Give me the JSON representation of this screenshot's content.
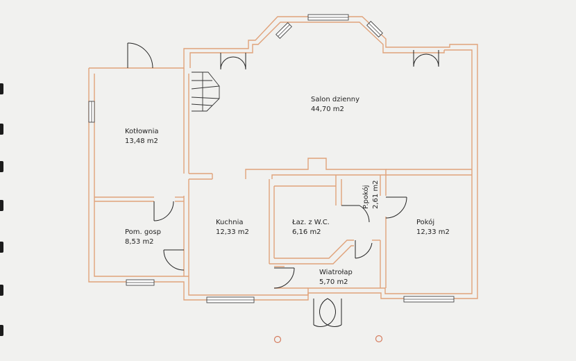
{
  "rooms": {
    "kotlownia": {
      "name": "Kotłownia",
      "area": "13,48  m2"
    },
    "salon": {
      "name": "Salon  dzienny",
      "area": "44,70  m2"
    },
    "pom_gosp": {
      "name": "Pom.  gosp",
      "area": "8,53  m2"
    },
    "kuchnia": {
      "name": "Kuchnia",
      "area": "12,33  m2"
    },
    "lazienka": {
      "name": "Łaz.  z  W.C.",
      "area": "6,16  m2"
    },
    "p_pokoj": {
      "name": "P.pokój",
      "area": "2,61  m2"
    },
    "pokoj": {
      "name": "Pokój",
      "area": "12,33  m2"
    },
    "wiatrolap": {
      "name": "Wiatrołap",
      "area": "5,70  m2"
    }
  },
  "colors": {
    "wall": "#e0a27a",
    "paper": "#f1f1ef",
    "ink": "#222222"
  }
}
